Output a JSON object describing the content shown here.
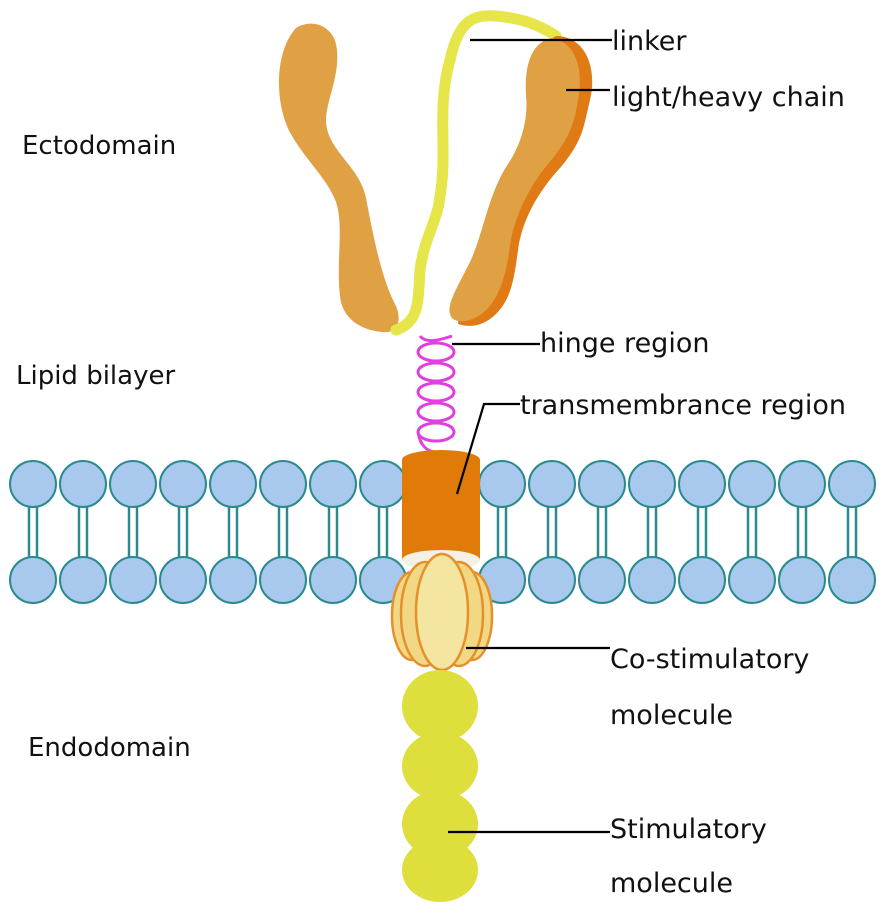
{
  "regions": {
    "ectodomain": "Ectodomain",
    "lipid_bilayer": "Lipid bilayer",
    "endodomain": "Endodomain"
  },
  "labels": {
    "linker": "linker",
    "light_heavy_chain": "light/heavy chain",
    "hinge_region": "hinge region",
    "transmembrane_region": "transmembrance region",
    "costim_line1": "Co-stimulatory",
    "costim_line2": "molecule",
    "stim_line1": "Stimulatory",
    "stim_line2": "molecule"
  },
  "colors": {
    "chain_fill": "#e0a044",
    "chain_dark": "#e07a14",
    "linker": "#e6e64a",
    "hinge": "#e040e0",
    "transmembrane": "#e07b0a",
    "lipid_head": "#a8c8ee",
    "lipid_stroke": "#2a8a8e",
    "costim_fill": "#f2d884",
    "costim_stroke": "#e5902a",
    "stim": "#dede3c"
  }
}
